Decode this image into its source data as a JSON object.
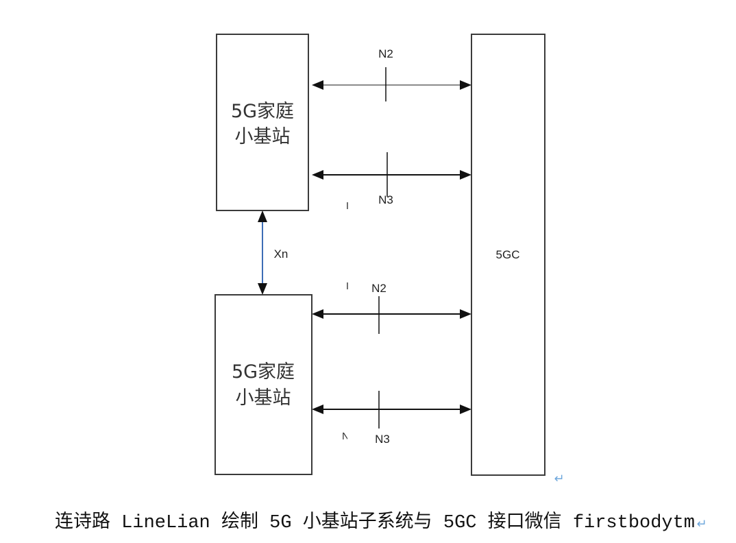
{
  "diagram": {
    "home_small_cell_top": {
      "line1": "5G家庭",
      "line2": "小基站"
    },
    "home_small_cell_bottom": {
      "line1": "5G家庭",
      "line2": "小基站"
    },
    "core_network": {
      "label": "5GC"
    },
    "interfaces": {
      "top_n2": "N2",
      "top_n3": "N3",
      "xn": "Xn",
      "bottom_n2": "N2",
      "bottom_n3": "N3"
    },
    "stray_marks": [
      "I",
      "I",
      "N"
    ],
    "paragraph_mark": "↵"
  },
  "caption": {
    "text": "连诗路 LineLian 绘制 5G 小基站子系统与 5GC 接口微信 firstbodytm",
    "paragraph_mark": "↵"
  },
  "colors": {
    "box_stroke": "#3a3a3a",
    "line": "#111111",
    "n2_top_line": "#8a8a8a",
    "xn_line": "#3d6db5",
    "arrowhead": "#111111",
    "paragraph_mark": "#6fa8dc"
  }
}
